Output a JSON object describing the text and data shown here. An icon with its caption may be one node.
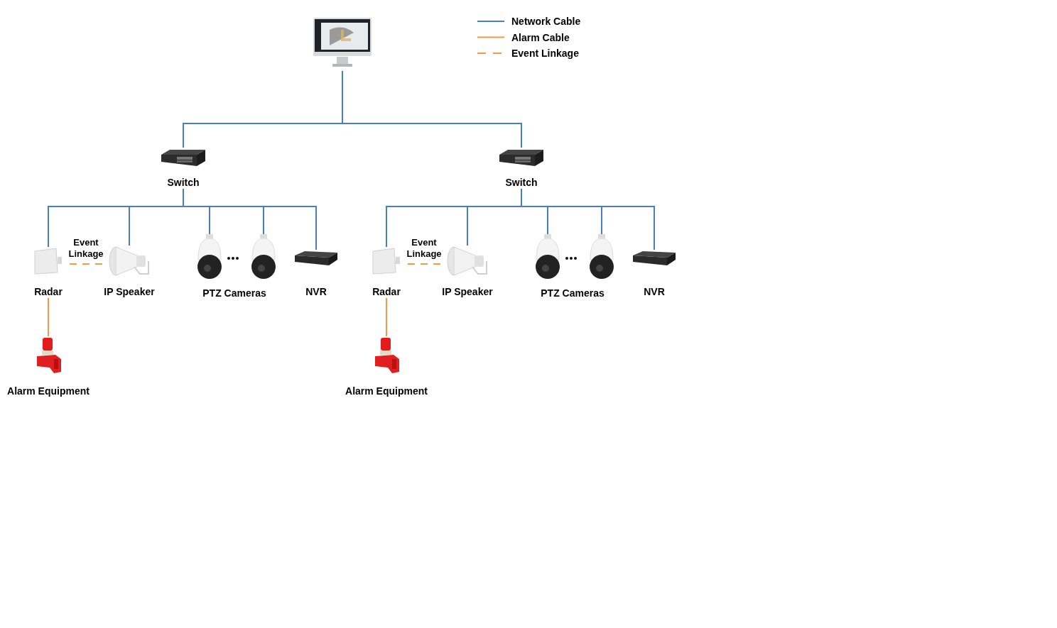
{
  "diagram": {
    "nodes": [
      {
        "text": [],
        "shape": "picture"
      },
      {
        "text": [
          "Switch"
        ]
      },
      {
        "text": [
          "Switch"
        ]
      },
      {
        "text": [
          "Radar"
        ]
      },
      {
        "text": [
          "IP Speaker"
        ]
      },
      {
        "text": [],
        "shape": "picture"
      },
      {
        "text": [],
        "shape": "picture"
      },
      {
        "text": [
          "NVR"
        ]
      },
      {
        "text": [
          "Radar"
        ]
      },
      {
        "text": [
          "IP Speaker"
        ]
      },
      {
        "text": [],
        "shape": "picture"
      },
      {
        "text": [],
        "shape": "picture"
      },
      {
        "text": [
          "NVR"
        ]
      },
      {
        "text": [
          "Alarm Equipment"
        ]
      },
      {
        "text": [
          "Alarm Equipment"
        ]
      }
    ],
    "edges": [
      {
        "from": 0,
        "to": 1,
        "arrow": "none"
      },
      {
        "from": 0,
        "to": 2,
        "arrow": "none"
      },
      {
        "from": 1,
        "to": 3,
        "arrow": "none"
      },
      {
        "from": 1,
        "to": 4,
        "arrow": "none"
      },
      {
        "from": 1,
        "to": 5,
        "arrow": "none"
      },
      {
        "from": 1,
        "to": 6,
        "arrow": "none"
      },
      {
        "from": 1,
        "to": 7,
        "arrow": "none"
      },
      {
        "from": 2,
        "to": 8,
        "arrow": "none"
      },
      {
        "from": 2,
        "to": 9,
        "arrow": "none"
      },
      {
        "from": 2,
        "to": 10,
        "arrow": "none"
      },
      {
        "from": 2,
        "to": 11,
        "arrow": "none"
      },
      {
        "from": 2,
        "to": 12,
        "arrow": "none"
      },
      {
        "from": 3,
        "to": 4,
        "arrow": "none",
        "label": "Event Linkage",
        "style": "dashed",
        "color": "#f39a4a"
      },
      {
        "from": 8,
        "to": 9,
        "arrow": "none",
        "label": "Event Linkage",
        "style": "dashed",
        "color": "#f39a4a"
      },
      {
        "from": 3,
        "to": 13,
        "arrow": "none",
        "color": "#f39a4a"
      },
      {
        "from": 8,
        "to": 14,
        "arrow": "none",
        "color": "#f39a4a"
      }
    ],
    "labels": [
      "PTZ Cameras",
      "PTZ Cameras"
    ],
    "legend": [
      {
        "text": "Network Cable"
      },
      {
        "text": "Alarm Cable"
      },
      {
        "text": "Event Linkage"
      }
    ]
  }
}
